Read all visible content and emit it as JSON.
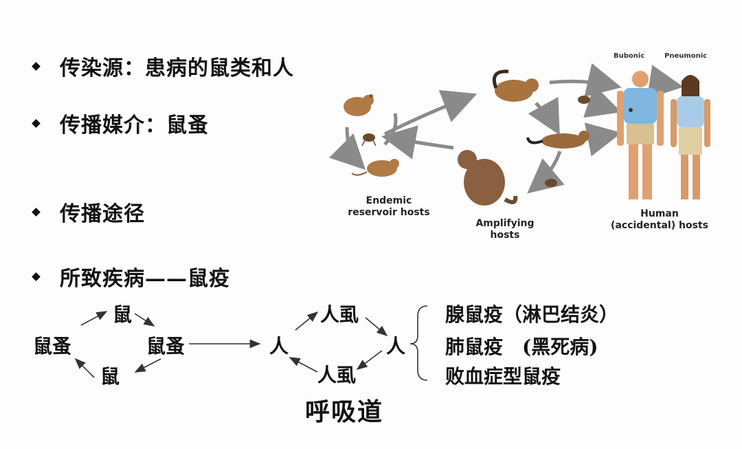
{
  "bullets": [
    "传染源：患病的鼠类和人",
    "传播媒介：鼠蚤",
    "传播途径",
    "所致疾病——鼠疫"
  ],
  "illustration": {
    "labels": {
      "endemic": "Endemic\nreservoir hosts",
      "amplifying": "Amplifying\nhosts",
      "human": "Human\n(accidental) hosts",
      "bubonic": "Bubonic",
      "pneumonic": "Pneumonic"
    }
  },
  "flow": {
    "rat_flea_left": "鼠蚤",
    "rat_top": "鼠",
    "rat_flea_right": "鼠蚤",
    "rat_bottom": "鼠",
    "human_left": "人",
    "human_flea_top": "人虱",
    "human_flea_bottom": "人虱",
    "human_right": "人",
    "respiratory": "呼吸道"
  },
  "disease_forms": [
    "腺鼠疫（淋巴结炎）",
    "肺鼠疫　(黑死病)",
    "败血症型鼠疫"
  ]
}
